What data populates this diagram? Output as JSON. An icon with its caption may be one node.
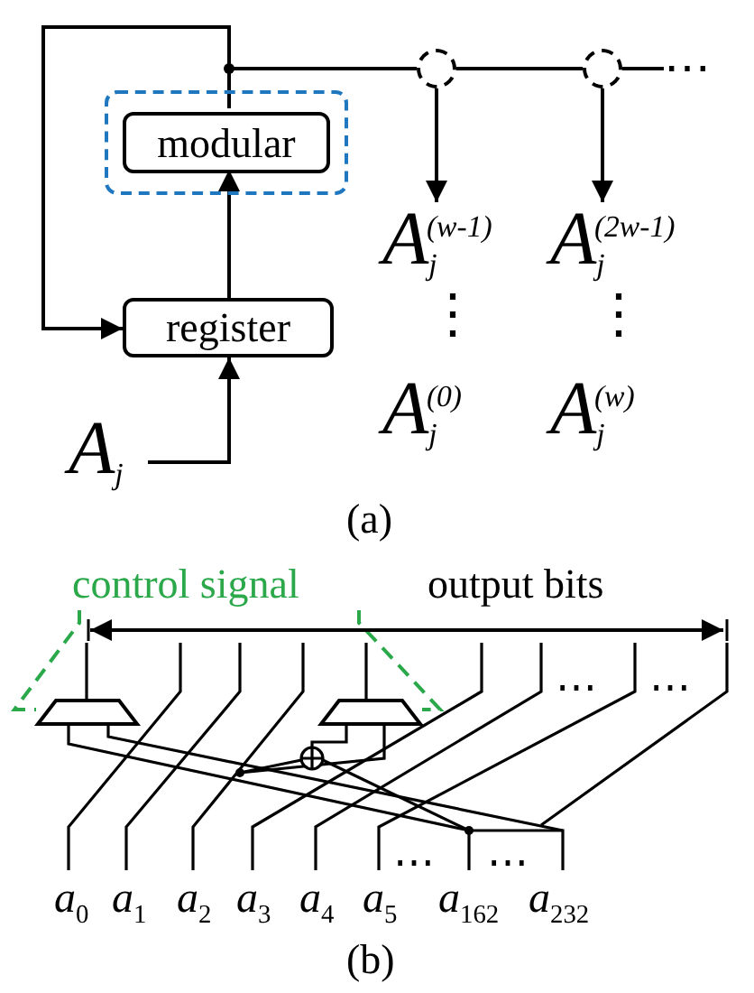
{
  "diagram": {
    "nodes": [
      {
        "text": [],
        "shape": "box"
      },
      {
        "text": [
          "modular"
        ],
        "in": 0
      },
      {
        "text": [
          "register"
        ]
      },
      {
        "text": [
          "A$_{j}$"
        ]
      },
      {
        "text": [],
        "shape": "circle"
      },
      {
        "text": [],
        "shape": "circle"
      },
      {
        "text": [
          "A$_{j}$$^{(w-1)}$"
        ]
      },
      {
        "text": [
          "A$_{j}$$^{(2w-1)}$"
        ]
      },
      {
        "text": [
          "control signal"
        ]
      },
      {
        "text": [],
        "shape": "trapezoid"
      },
      {
        "text": [],
        "shape": "trapezoid"
      },
      {
        "text": [
          "⋯"
        ]
      }
    ],
    "edges": [
      {
        "from": 3,
        "to": 2,
        "arrow": "to"
      },
      {
        "from": 2,
        "to": 1,
        "arrow": "to"
      },
      {
        "from": 1,
        "to": 2,
        "arrow": "to"
      },
      {
        "from": 1,
        "to": 4,
        "arrow": "none"
      },
      {
        "from": 4,
        "to": 5,
        "arrow": "none"
      },
      {
        "from": 5,
        "to": 11,
        "arrow": "none"
      },
      {
        "from": 4,
        "to": 6,
        "arrow": "to"
      },
      {
        "from": 5,
        "to": 7,
        "arrow": "to"
      },
      {
        "from": 8,
        "to": 9,
        "arrow": "none",
        "style": "dashed",
        "color": "#2aa84a"
      },
      {
        "from": 8,
        "to": 10,
        "arrow": "none",
        "style": "dashed",
        "color": "#2aa84a"
      }
    ],
    "labels": [
      "⋮",
      "⋮",
      "A$_{j}$$^{(0)}$",
      "A$_{j}$$^{(w)}$",
      "(a)",
      "output bits",
      "⋯",
      "⋯",
      "⋯",
      "⋯",
      "a$_{0}$",
      "a$_{1}$",
      "a$_{2}$",
      "a$_{3}$",
      "a$_{4}$",
      "a$_{5}$",
      "a$_{162}$",
      "a$_{232}$",
      "(b)"
    ]
  }
}
